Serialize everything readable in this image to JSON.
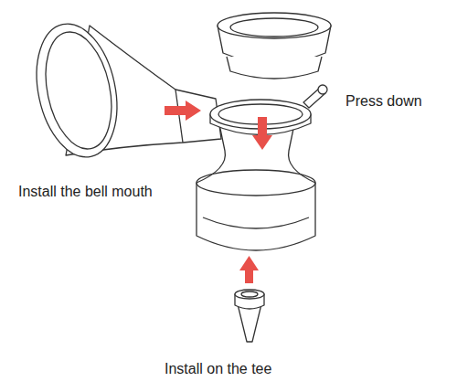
{
  "diagram": {
    "labels": [
      "Press down",
      "Install the bell mouth",
      "Install on the tee"
    ]
  }
}
